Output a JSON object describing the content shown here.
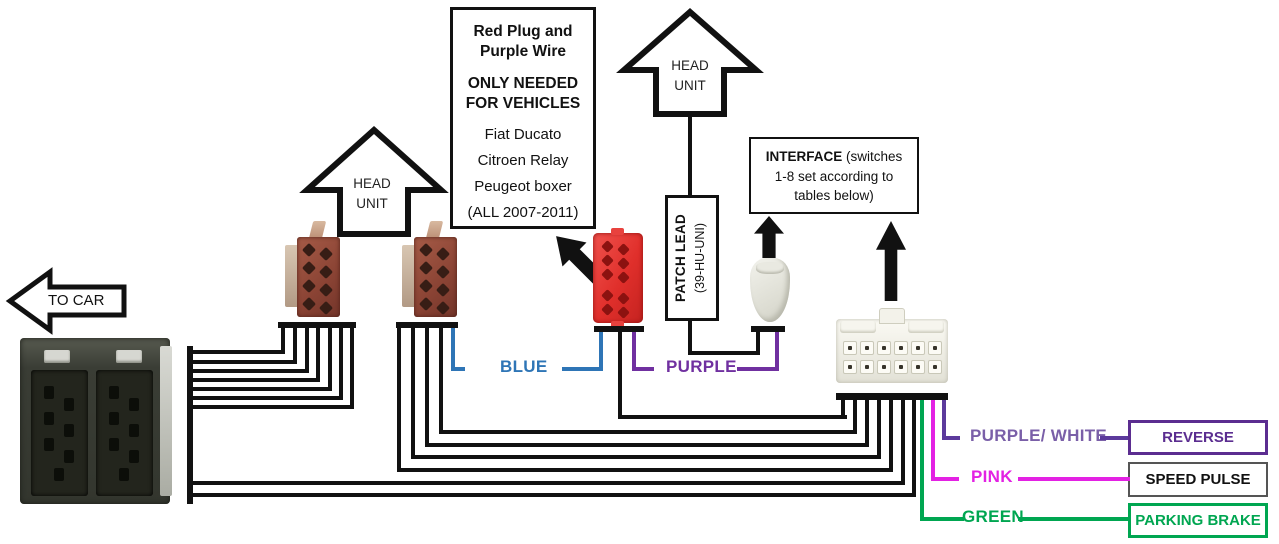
{
  "note_box": {
    "title": "Red Plug and\nPurple Wire",
    "subtitle": "ONLY NEEDED\nFOR VEHICLES",
    "vehicles": [
      "Fiat Ducato",
      "Citroen Relay",
      "Peugeot boxer",
      "(ALL 2007-2011)"
    ]
  },
  "arrows": {
    "head_unit_left": "HEAD\nUNIT",
    "head_unit_right": "HEAD\nUNIT",
    "to_car": "TO CAR"
  },
  "interface_box": {
    "bold": "INTERFACE",
    "rest": " (switches 1-8 set according to tables below)"
  },
  "patch_lead": {
    "line1": "PATCH LEAD",
    "line2": "(39-HU-UNI)"
  },
  "wire_labels": {
    "blue": "BLUE",
    "purple": "PURPLE",
    "purple_white": "PURPLE/ WHITE",
    "pink": "PINK",
    "green": "GREEN"
  },
  "signal_boxes": [
    {
      "label": "REVERSE"
    },
    {
      "label": "SPEED PULSE"
    },
    {
      "label": "PARKING BRAKE"
    }
  ],
  "colors": {
    "blue": "#2E75B6",
    "purple": "#7030A0",
    "purple_white": "#7A5FA8",
    "pwire": "#5C3A9C",
    "reverse": "#5B2D90",
    "pink": "#E321E3",
    "green": "#00A651",
    "wire": "#111111"
  }
}
